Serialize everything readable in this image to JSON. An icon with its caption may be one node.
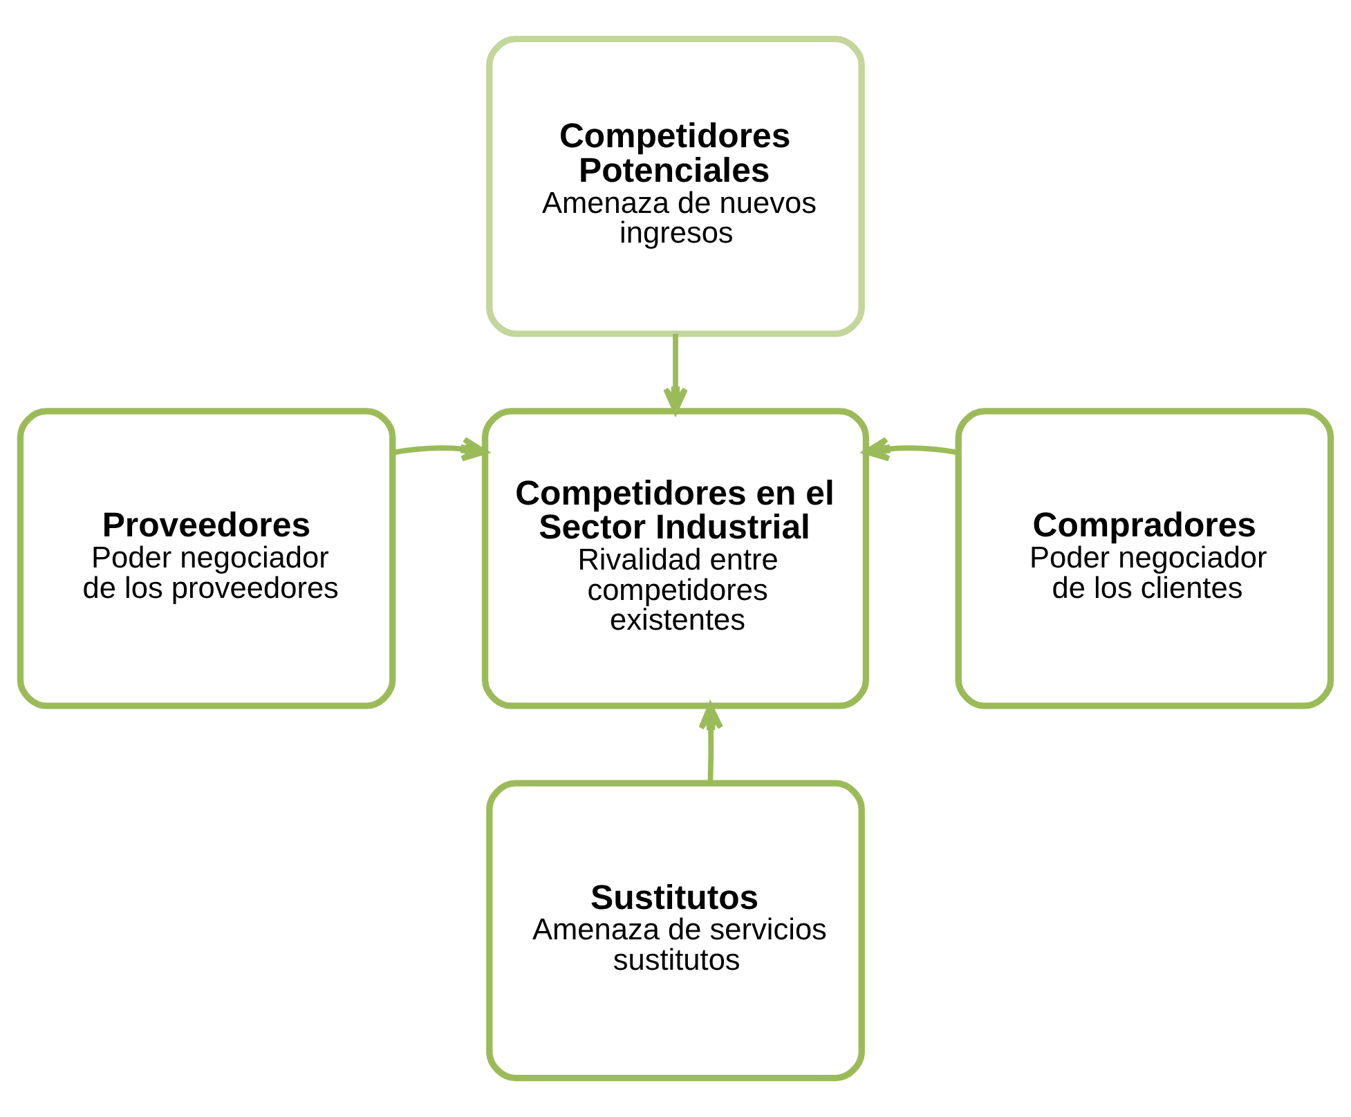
{
  "diagram": {
    "nodes": [
      {
        "text": [
          "Competidores Potenciales",
          "Amenaza de nuevos ingresos"
        ]
      },
      {
        "text": [
          "Proveedores",
          "Poder negociador de los proveedores"
        ]
      },
      {
        "text": [
          "Competidores en el Sector Industrial",
          "Rivalidad entre competidores existentes"
        ]
      },
      {
        "text": [
          "Compradores",
          "Poder negociador de los clientes"
        ]
      },
      {
        "text": [
          "Sustitutos",
          "Amenaza de servicios sustitutos"
        ]
      }
    ],
    "edges": [
      {
        "from": 0,
        "to": 2,
        "arrow": "to"
      },
      {
        "from": 1,
        "to": 2,
        "arrow": "to"
      },
      {
        "from": 3,
        "to": 2,
        "arrow": "to"
      },
      {
        "from": 4,
        "to": 2,
        "arrow": "to"
      }
    ]
  }
}
